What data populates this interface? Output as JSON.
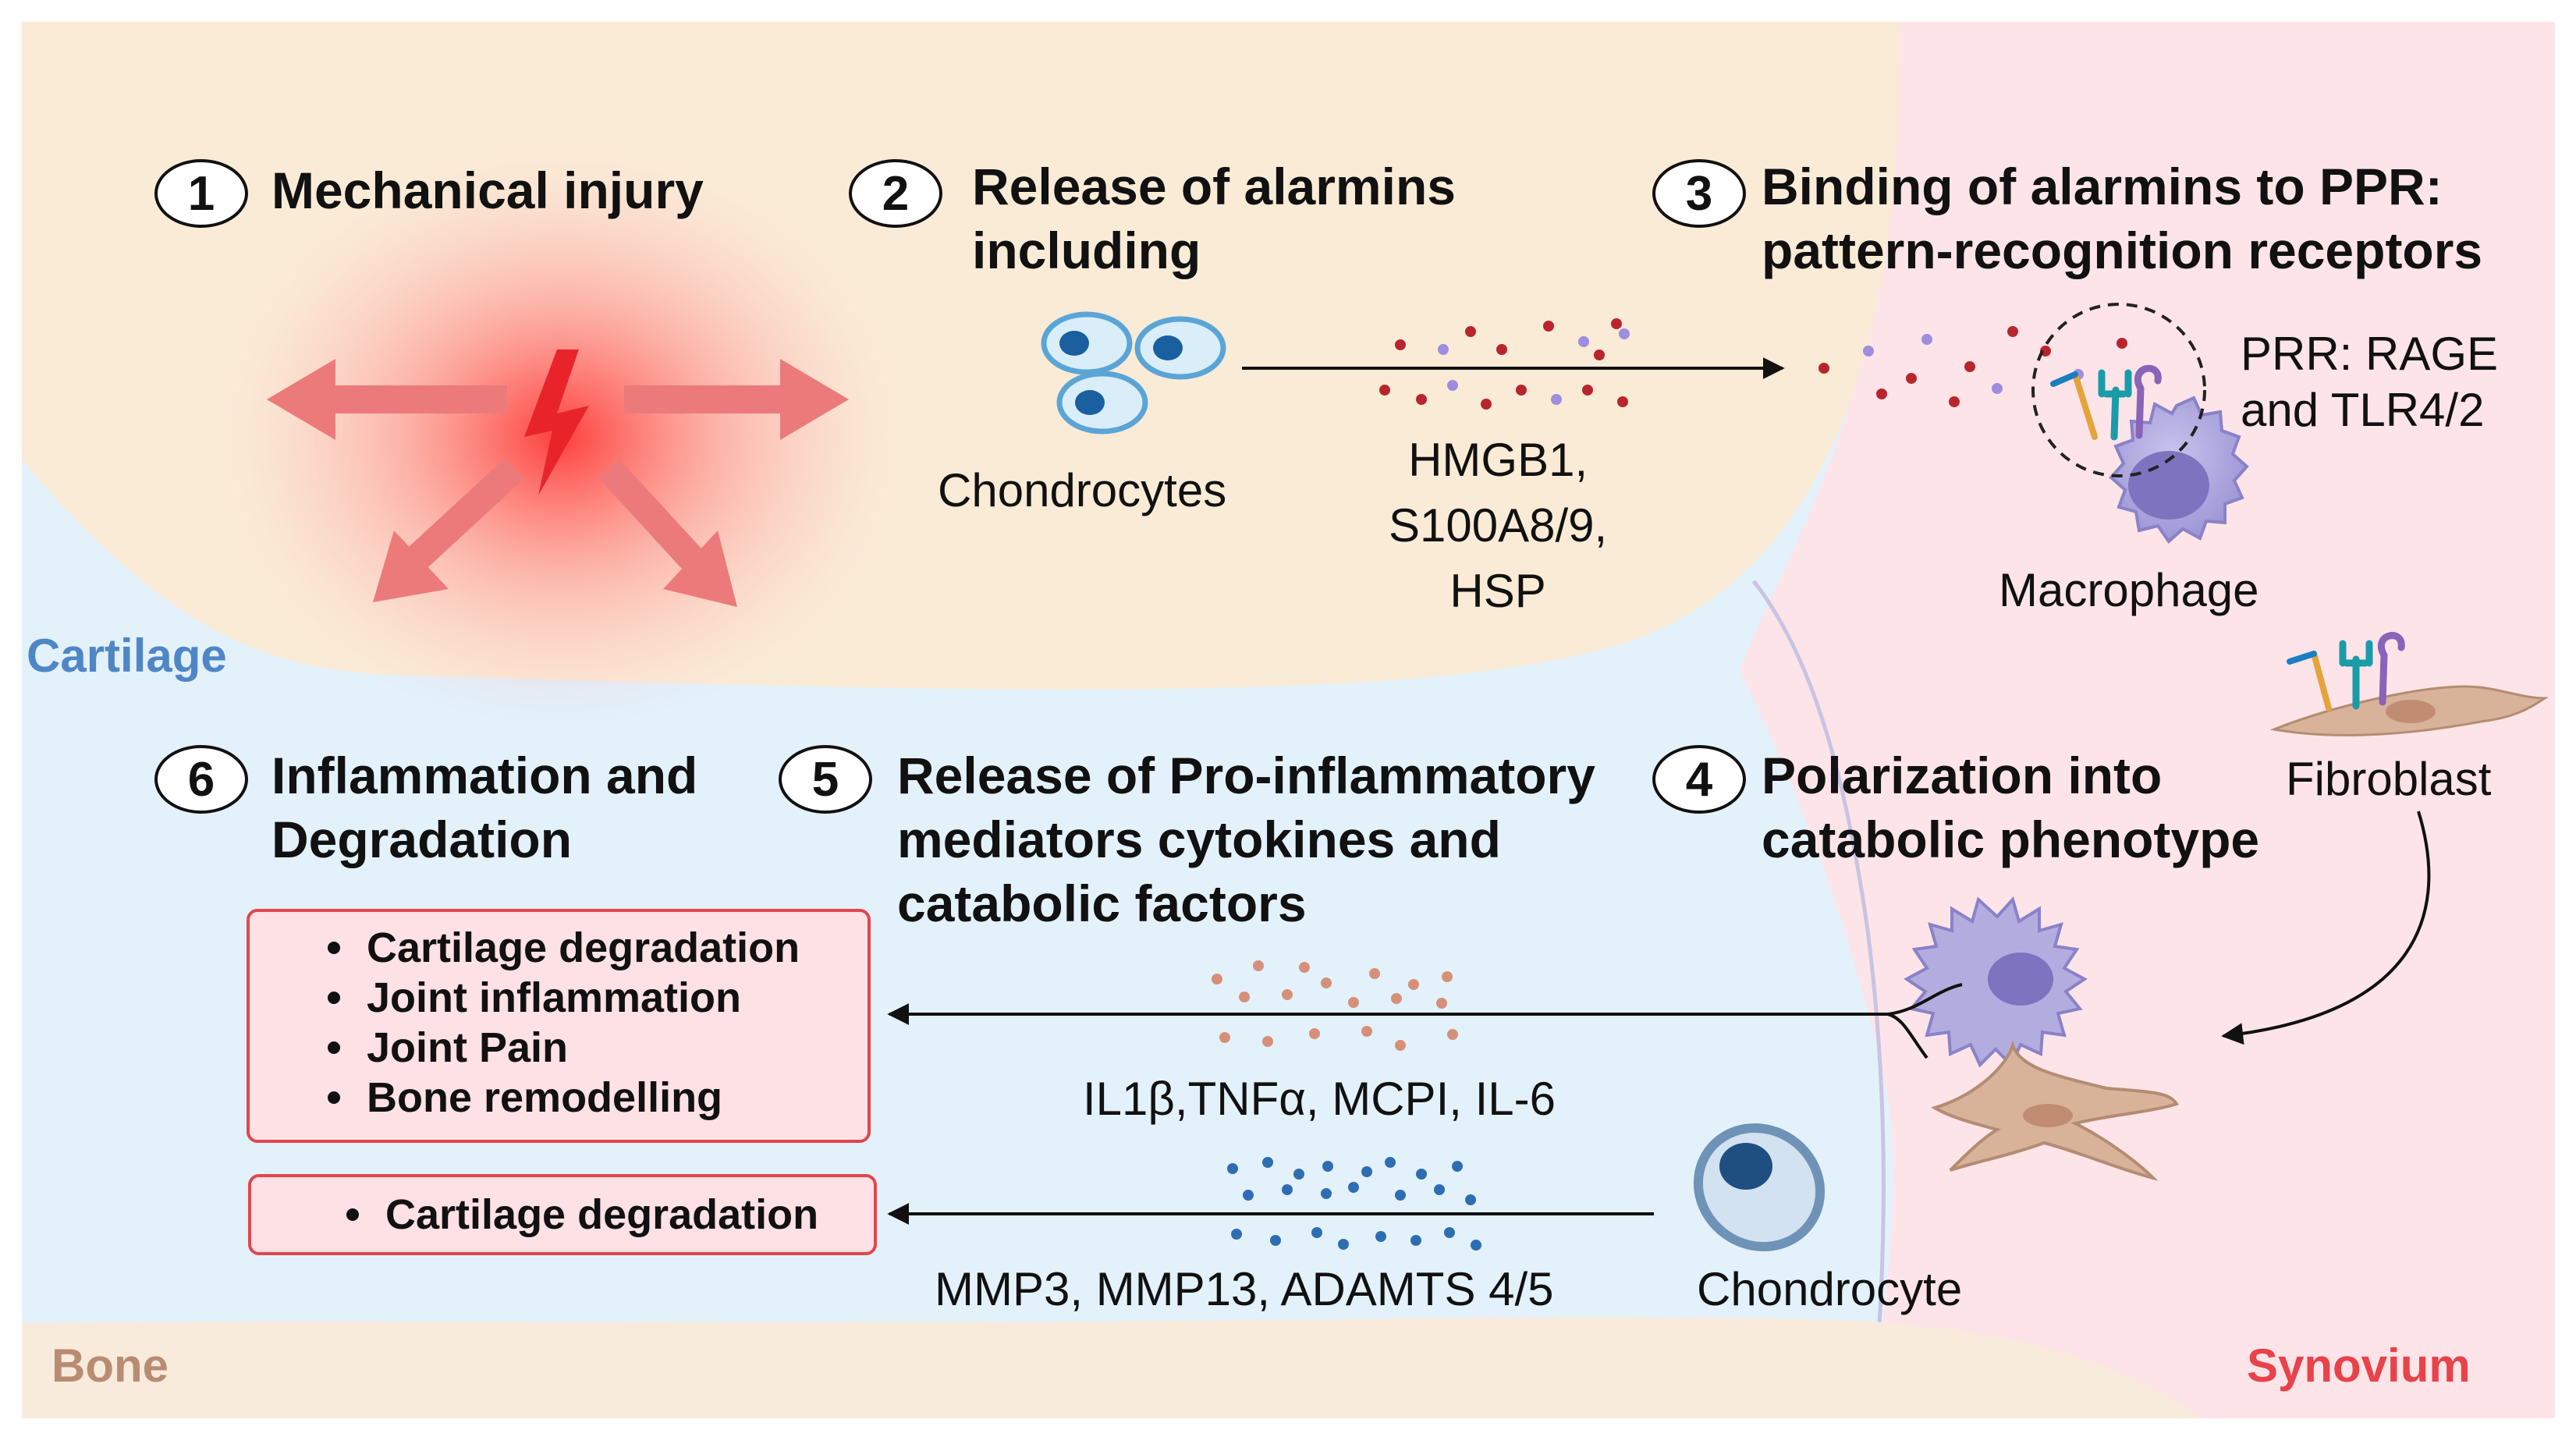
{
  "regions": {
    "cartilage": "Cartilage",
    "bone": "Bone",
    "synovium": "Synovium"
  },
  "steps": [
    {
      "number": "1",
      "title_lines": [
        "Mechanical injury"
      ]
    },
    {
      "number": "2",
      "title_lines": [
        "Release of alarmins",
        "including"
      ]
    },
    {
      "number": "3",
      "title_lines": [
        "Binding of alarmins to PPR:",
        "pattern-recognition receptors"
      ]
    },
    {
      "number": "4",
      "title_lines": [
        "Polarization into",
        "catabolic phenotype"
      ]
    },
    {
      "number": "5",
      "title_lines": [
        "Release of Pro-inflammatory",
        "mediators cytokines and",
        "catabolic factors"
      ]
    },
    {
      "number": "6",
      "title_lines": [
        "Inflammation and",
        "Degradation"
      ]
    }
  ],
  "cells": {
    "chondrocytes": "Chondrocytes",
    "macrophage": "Macrophage",
    "fibroblast": "Fibroblast",
    "chondrocyte": "Chondrocyte"
  },
  "alarmins": [
    "HMGB1,",
    "S100A8/9,",
    "HSP"
  ],
  "prr": [
    "PRR: RAGE",
    "and TLR4/2"
  ],
  "mediators": {
    "cytokines": "IL1β,TNFα, MCPI, IL-6",
    "enzymes": "MMP3, MMP13, ADAMTS 4/5"
  },
  "outcomes": {
    "inflammation_box": [
      "Cartilage degradation",
      "Joint inflammation",
      "Joint Pain",
      "Bone remodelling"
    ],
    "degradation_box": [
      "Cartilage degradation"
    ]
  },
  "colors": {
    "cartilage_bg": "#e3f1fb",
    "injury_zone_bg": "#faebd7",
    "synovium_bg": "#fde4e8",
    "bone_bg": "#f8ebdc",
    "cartilage_label": "#4f86c6",
    "bone_label": "#b98c72",
    "synovium_label": "#e8424a",
    "box_border": "#e0474c",
    "box_fill": "#fde1e4"
  }
}
